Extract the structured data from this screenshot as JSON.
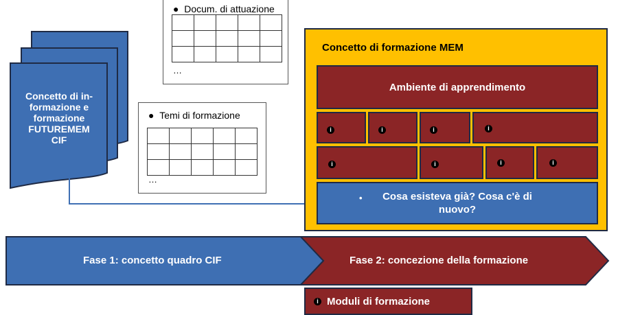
{
  "colors": {
    "blue": "#3E6FB3",
    "dark_red": "#8B2526",
    "gold": "#FFC000",
    "outline": "#1f2a44"
  },
  "document_stack": {
    "label_lines": [
      "Concetto di in-",
      "formazione e",
      "formazione",
      "FUTUREMEM",
      "CIF"
    ]
  },
  "card_attuazione": {
    "bullet_text": "Docum. di attuazione",
    "ellipsis": "…",
    "grid_rows": 3,
    "grid_cols": 5
  },
  "card_temi": {
    "bullet_text": "Temi di formazione",
    "ellipsis": "…",
    "grid_rows": 3,
    "grid_cols": 5
  },
  "mem_box": {
    "title": "Concetto di formazione MEM",
    "ambiente": "Ambiente di apprendimento",
    "module_icon": "info-icon",
    "cosa_text": "Cosa esisteva già? Cosa c'è di nuovo?"
  },
  "phases": {
    "phase1": "Fase 1: concetto quadro CIF",
    "phase2": "Fase 2: concezione della formazione"
  },
  "moduli": {
    "label": "Moduli di formazione"
  }
}
